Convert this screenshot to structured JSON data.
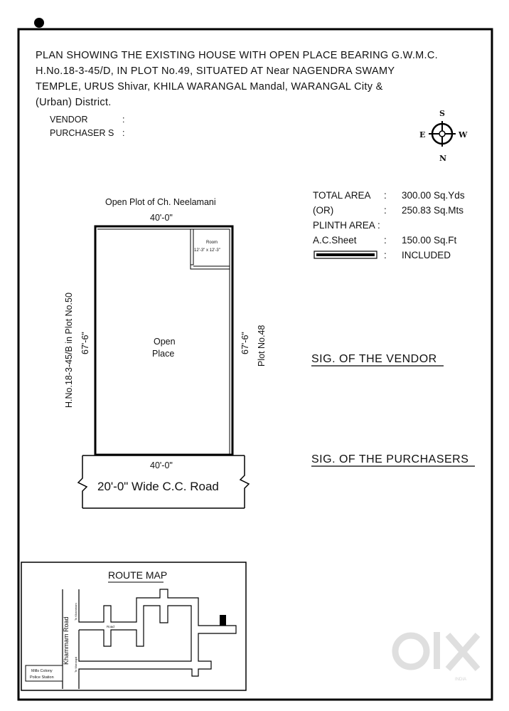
{
  "header": {
    "lines": [
      "PLAN SHOWING THE EXISTING HOUSE WITH OPEN PLACE BEARING G.W.M.C.",
      "H.No.18-3-45/D, IN PLOT No.49, SITUATED AT Near NAGENDRA SWAMY",
      "TEMPLE, URUS Shivar, KHILA WARANGAL Mandal, WARANGAL City &",
      "(Urban) District."
    ],
    "vendor_label": "VENDOR",
    "purchasers_label": "PURCHASER S",
    "colon": ":"
  },
  "compass": {
    "north": "N",
    "south": "S",
    "east": "E",
    "west": "W"
  },
  "plan": {
    "north_neighbor": "Open Plot of Ch. Neelamani",
    "top_dimension": "40'-0\"",
    "bottom_dimension": "40'-0\"",
    "left_dimension": "67'-6\"",
    "right_dimension": "67'-6\"",
    "left_neighbor": "H.No.18-3-45/B in Plot No.50",
    "right_neighbor": "Plot No.48",
    "room_label": "Room",
    "room_size": "12'-3\" x 12'-3\"",
    "open_place_line1": "Open",
    "open_place_line2": "Place",
    "road": "20'-0\" Wide C.C. Road"
  },
  "areas": {
    "rows": [
      {
        "label": "TOTAL AREA",
        "sep": ":",
        "value": "300.00 Sq.Yds"
      },
      {
        "label": "(OR)",
        "sep": ":",
        "value": "250.83 Sq.Mts"
      },
      {
        "label": "PLINTH AREA",
        "sep": ":",
        "value": ""
      },
      {
        "label": "A.C.Sheet",
        "sep": ":",
        "value": "150.00 Sq.Ft"
      }
    ],
    "legend_sep": ":",
    "legend_text": "INCLUDED"
  },
  "signatures": {
    "vendor": "SIG. OF THE VENDOR",
    "purchasers": "SIG. OF THE PURCHASERS"
  },
  "route_map": {
    "title": "ROUTE MAP",
    "main_road": "Khammam Road",
    "to_khammam": "To Khammam",
    "to_warangal": "To Warangal",
    "road": "Road",
    "landmark_line1": "Mills Colony",
    "landmark_line2": "Police Station"
  },
  "watermark": {
    "brand": "OLX",
    "region": "INDIA",
    "color": "#d9d9d9"
  }
}
